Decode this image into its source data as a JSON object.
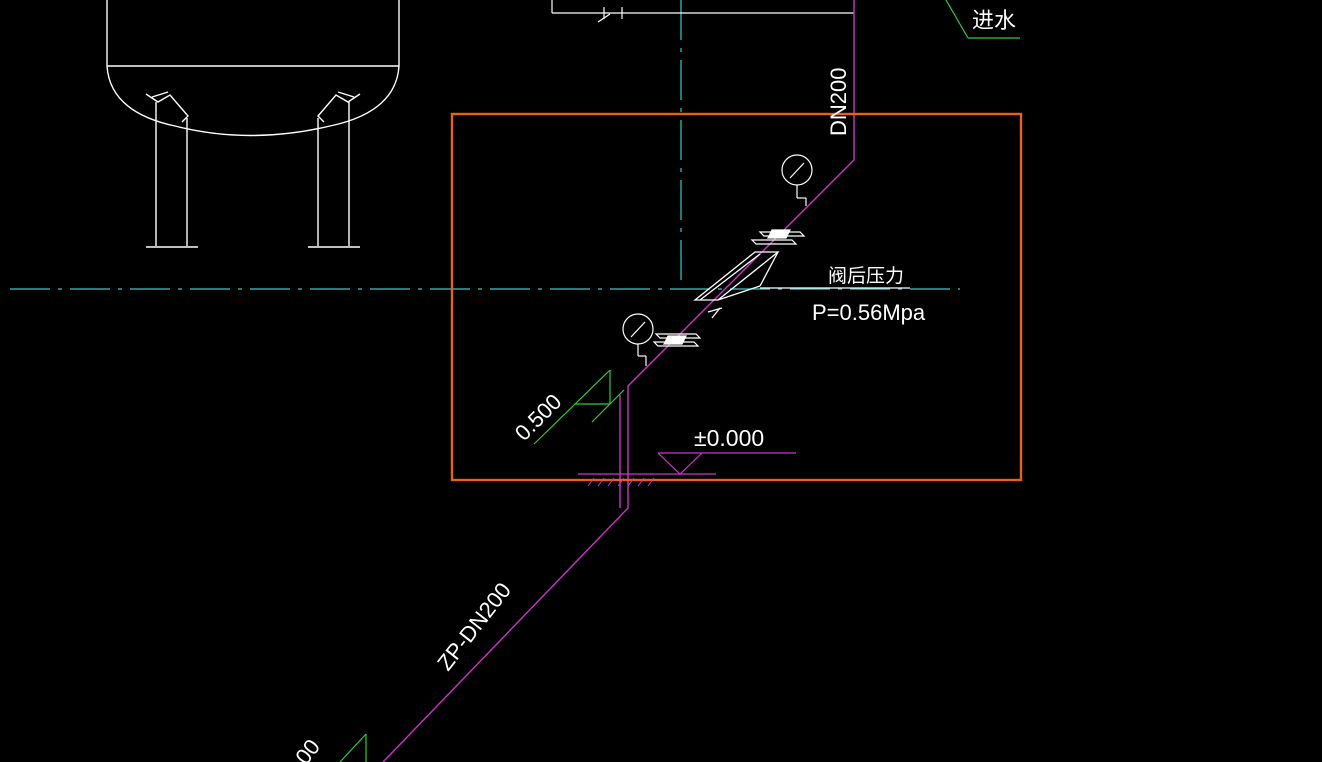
{
  "drawing": {
    "labels": {
      "inlet_water": "进水",
      "pipe_upper": "DN200",
      "after_valve_pressure_title": "阀后压力",
      "after_valve_pressure_value": "P=0.56Mpa",
      "elevation_pipe": "0.500",
      "elevation_floor": "±0.000",
      "pipe_lower": "ZP-DN200",
      "bottom_cut_label": "00"
    },
    "colors": {
      "background": "#000000",
      "tank": "#ffffff",
      "pipe": "#cc33cc",
      "centerline": "#33cccc",
      "highlight_box": "#e8601c",
      "elevation_mark": "#33cc33",
      "text": "#ffffff"
    }
  }
}
